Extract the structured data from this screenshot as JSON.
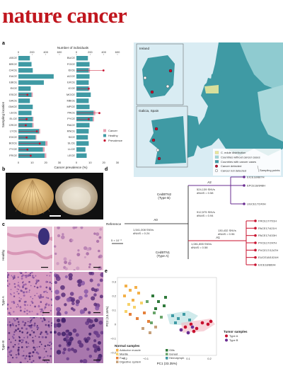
{
  "header": {
    "title": "nature cancer"
  },
  "panels": {
    "a": "a",
    "b": "b",
    "c": "c",
    "d": "d",
    "e": "e"
  },
  "chart_a": {
    "type": "bar",
    "top_axis_label": "Number of individuals",
    "top_ticks": [
      "0",
      "200",
      "400",
      "600"
    ],
    "bottom_axis_label": "Cancer prevalence (%)",
    "bottom_ticks": [
      "0",
      "10",
      "20",
      "30"
    ],
    "ylabel": "Sampling location",
    "legend": [
      {
        "name": "Cancer",
        "color": "#e8a0b2"
      },
      {
        "name": "Healthy",
        "color": "#3f9aa4"
      },
      {
        "name": "Prevalence",
        "color": "#c8102e"
      }
    ],
    "left_col": {
      "categories": [
        "ASCE",
        "BRCE",
        "CHCE",
        "EACE",
        "EBCE",
        "EICE",
        "ESCE",
        "GACE",
        "GMCE",
        "LECE",
        "ELCE",
        "CRCE",
        "LYCE",
        "EXCE",
        "BOCE",
        "FYCE",
        "FRCE"
      ],
      "bars": [
        0.28,
        0.32,
        0.35,
        0.86,
        0.62,
        0.3,
        0.32,
        0.28,
        0.35,
        0.32,
        0.35,
        0.34,
        0.5,
        0.42,
        0.66,
        0.6,
        0.64
      ],
      "cancer": [
        0,
        0,
        0,
        0,
        0,
        0,
        0.03,
        0,
        0,
        0,
        0.02,
        0.03,
        0.03,
        0.02,
        0.05,
        0.04,
        0.04
      ],
      "prev": [
        null,
        null,
        null,
        null,
        null,
        null,
        0.22,
        null,
        null,
        null,
        0.2,
        0.18,
        0.45,
        0.2,
        0.52,
        0.22,
        0.3
      ]
    },
    "right_col": {
      "categories": [
        "BUCE",
        "FOCE",
        "IDCE",
        "ACCE",
        "EKCE",
        "ICCE",
        "MOCE",
        "MBCE",
        "MPCE",
        "PACE",
        "PYCE",
        "RACE",
        "RNCE",
        "SICE",
        "SLCE",
        "LLCE",
        "LECE"
      ],
      "bars": [
        0.28,
        0.32,
        0.3,
        0.32,
        0.3,
        0.3,
        0.35,
        0.3,
        0.32,
        0.42,
        0.4,
        0.32,
        0.3,
        0.28,
        0.3,
        0.22,
        0.25
      ],
      "cancer": [
        0,
        0,
        0.03,
        0,
        0,
        0.02,
        0,
        0,
        0,
        0.04,
        0.03,
        0,
        0,
        0,
        0,
        0,
        0
      ],
      "prev": [
        null,
        null,
        0.66,
        null,
        null,
        0.3,
        null,
        null,
        null,
        0.56,
        0.3,
        null,
        null,
        null,
        null,
        null,
        null
      ]
    }
  },
  "map": {
    "inset_ireland": "Ireland",
    "inset_galicia": "Galicia, Spain",
    "legend": [
      {
        "label": "C. edule distribution",
        "color": "#e9e79a"
      },
      {
        "label": "Countries without cancer cases",
        "color": "#9fd6d8"
      },
      {
        "label": "Countries with cancer cases",
        "color": "#3f9aa4"
      },
      {
        "label": "Cancer detected",
        "color": "#c8102e"
      },
      {
        "label": "Cancer not detected",
        "color": "#ffffff"
      }
    ],
    "legend_group": "Sampling points"
  },
  "tree": {
    "reference": "Reference",
    "a0_label": "A0",
    "a0_snvs": "1,541,008 SNVs",
    "a0_dnds": "dN/dS = 0.24",
    "scale": "5 × 10⁻³",
    "typeb_lineage": "CedBTN2",
    "typeb_type": "(Type B)",
    "typea_lineage": "CedBTN1",
    "typea_type": "(Type A)",
    "a2_label": "A2",
    "a2_snvs": "524,139 SNVs",
    "a2_dnds": "dN/dS = 0.58",
    "b_sub_snvs": "912,575 SNVs",
    "b_sub_dnds": "dN/dS = 0.94",
    "a1_label": "A1",
    "a1_snvs": "1,081,855 SNVs",
    "a1_dnds": "dN/dS = 0.58",
    "a_sub_snvs": "130,432 SNVs",
    "a_sub_dnds": "dN/dS = 0.96",
    "b_leaves": [
      "EICE18/887H",
      "EPCE18/848H",
      "UGCE17/240H"
    ],
    "a_leaves": [
      "FRCE17/701H",
      "PACE17/421H",
      "PACE17/433H",
      "PVCE17/247H",
      "PVCE17/1247H",
      "EUCE18/1024H",
      "EICE18/889H"
    ]
  },
  "pca": {
    "xlabel": "PC1 (33.35%)",
    "ylabel": "PC2 (13.16%)",
    "xticks": [
      "−0.2",
      "−0.1",
      "0",
      "0.1",
      "0.2"
    ],
    "yticks": [
      "0.3",
      "0.2",
      "0.1",
      "0",
      "−0.1",
      "−0.2"
    ],
    "tumor_title": "Tumor samples",
    "tumor_legend": [
      {
        "label": "Type A",
        "color": "#c8102e"
      },
      {
        "label": "Type B",
        "color": "#6a2c91"
      }
    ],
    "normal_title": "Normal samples",
    "normal_legend": [
      {
        "label": "Adductor muscle",
        "color": "#f4b14a"
      },
      {
        "label": "Gills",
        "color": "#2f7a3b"
      },
      {
        "label": "Mantle",
        "color": "#f7d26a"
      },
      {
        "label": "Gonad",
        "color": "#6aa56b"
      },
      {
        "label": "Foot",
        "color": "#e5813b"
      },
      {
        "label": "Hemolymph",
        "color": "#3f9aa4"
      },
      {
        "label": "Digestive system",
        "color": "#c6a07a"
      }
    ]
  },
  "histology": {
    "rows": [
      "Healthy",
      "Type A",
      "Type B"
    ]
  }
}
